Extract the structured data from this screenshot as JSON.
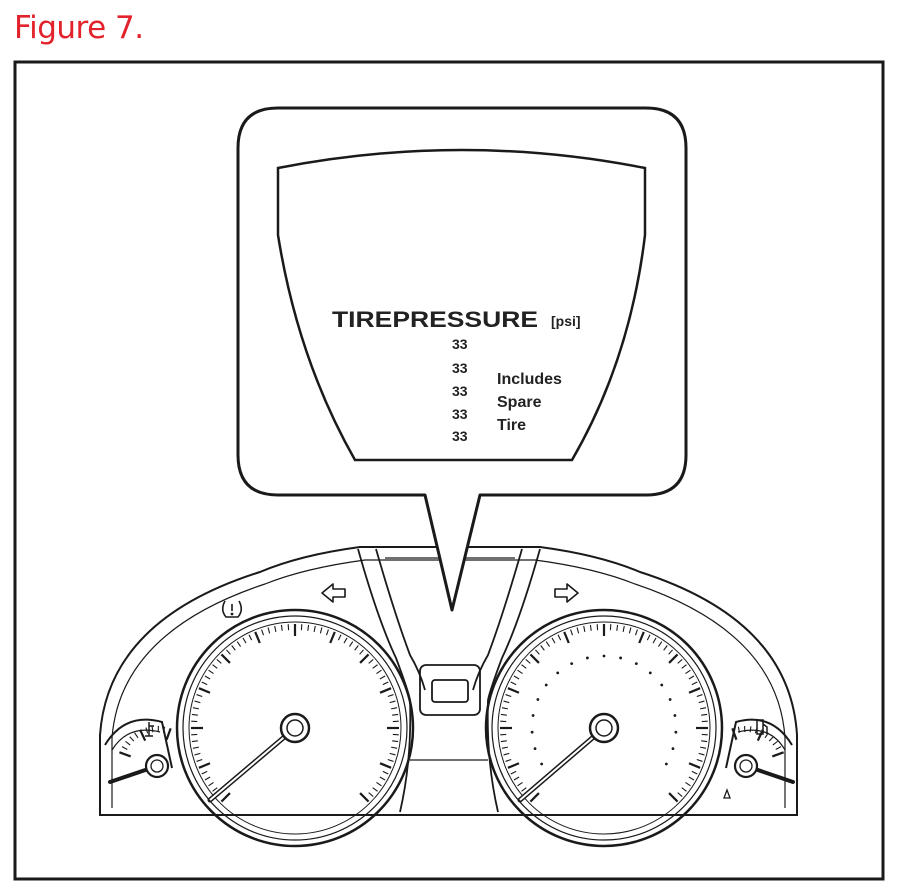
{
  "caption": "Figure 7.",
  "display": {
    "heading": "TIREPRESSURE",
    "unit": "[psi]",
    "pressures": [
      "33",
      "33",
      "33",
      "33",
      "33"
    ],
    "note": [
      "Includes",
      "Spare",
      "Tire"
    ]
  },
  "icons": [
    "tpms-warning-icon",
    "left-turn-signal-icon",
    "right-turn-signal-icon",
    "temperature-icon",
    "fuel-icon",
    "fuel-door-icon"
  ],
  "colors": {
    "caption": "#e3232b",
    "line": "#1a1a1a"
  }
}
